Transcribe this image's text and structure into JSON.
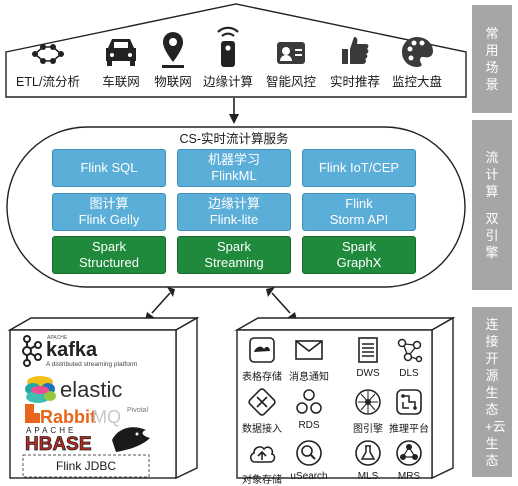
{
  "side_labels": [
    "常用场景",
    "流计算 双引擎",
    "连接开源生态+云生态"
  ],
  "scenarios": [
    {
      "label": "ETL/流分析",
      "icon": "network-nodes-icon"
    },
    {
      "label": "车联网",
      "icon": "car-icon"
    },
    {
      "label": "物联网",
      "icon": "location-pin-icon"
    },
    {
      "label": "边缘计算",
      "icon": "remote-device-icon"
    },
    {
      "label": "智能风控",
      "icon": "id-card-icon"
    },
    {
      "label": "实时推荐",
      "icon": "thumbs-up-icon"
    },
    {
      "label": "监控大盘",
      "icon": "palette-icon"
    }
  ],
  "service": {
    "title": "CS-实时流计算服务",
    "flink_row1": [
      [
        "Flink SQL"
      ],
      [
        "机器学习",
        "FlinkML"
      ],
      [
        "Flink IoT/CEP"
      ]
    ],
    "flink_row2": [
      [
        "图计算",
        "Flink Gelly"
      ],
      [
        "边缘计算",
        "Flink-lite"
      ],
      [
        "Flink",
        "Storm API"
      ]
    ],
    "spark_row": [
      [
        "Spark",
        "Structured"
      ],
      [
        "Spark",
        "Streaming"
      ],
      [
        "Spark",
        "GraphX"
      ]
    ]
  },
  "open_source": {
    "kafka": {
      "name": "kafka",
      "sub": "A distributed streaming platform",
      "tag": "APACHE"
    },
    "elastic": "elastic",
    "rabbitmq": {
      "prefix": "Rabbit",
      "suffix": "MQ",
      "note": "Pivotal"
    },
    "hbase": {
      "apache": "APACHE",
      "name": "HBASE"
    },
    "jdbc": "Flink JDBC"
  },
  "cloud_services": [
    {
      "label": "表格存储",
      "icon": "table-store-icon"
    },
    {
      "label": "消息通知",
      "icon": "envelope-icon"
    },
    {
      "label": "DWS",
      "icon": "document-icon"
    },
    {
      "label": "DLS",
      "icon": "graph-nodes-icon"
    },
    {
      "label": "数据接入",
      "icon": "data-ingest-icon"
    },
    {
      "label": "RDS",
      "icon": "database-cluster-icon"
    },
    {
      "label": "图引擎",
      "icon": "graph-engine-icon"
    },
    {
      "label": "推理平台",
      "icon": "inference-icon"
    },
    {
      "label": "对象存储",
      "icon": "cloud-upload-icon"
    },
    {
      "label": "uSearch",
      "icon": "search-icon"
    },
    {
      "label": "MLS",
      "icon": "flask-icon"
    },
    {
      "label": "MRS",
      "icon": "cluster-icon"
    }
  ],
  "colors": {
    "side_bar": "#a6a6a6",
    "flink_blue": "#5aaed8",
    "spark_green": "#1f8a3b"
  }
}
